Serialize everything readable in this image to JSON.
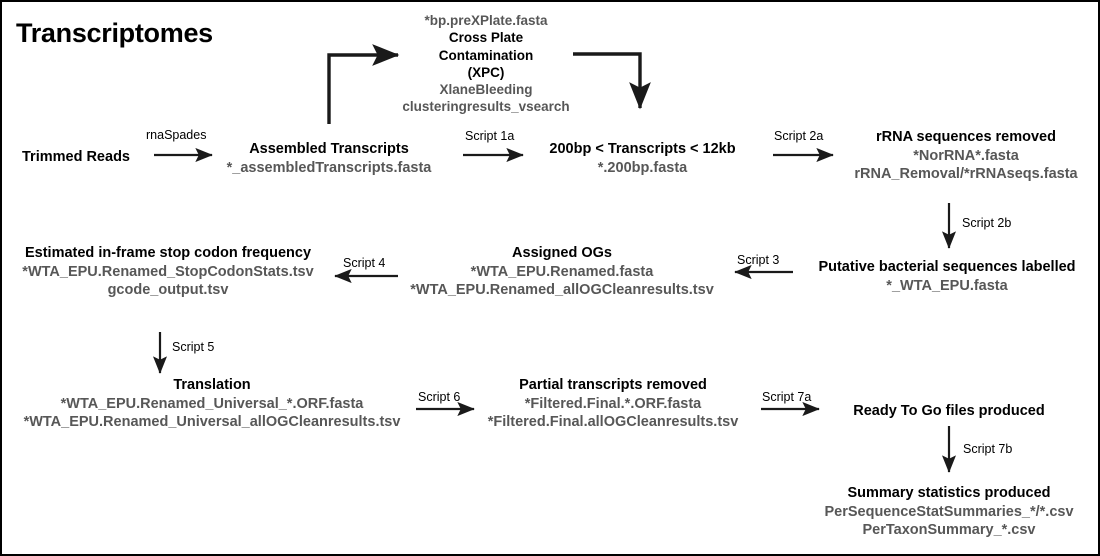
{
  "page": {
    "title": "Transcriptomes",
    "border_color": "#000000",
    "background": "#ffffff",
    "title_color": "#000000",
    "node_title_color": "#000000",
    "file_text_color": "#575757",
    "arrow_color": "#1a1a1a"
  },
  "nodes": {
    "trimmed_reads": {
      "title": "Trimmed Reads",
      "files": []
    },
    "assembled_transcripts": {
      "title": "Assembled Transcripts",
      "files": [
        "*_assembledTranscripts.fasta"
      ]
    },
    "xpc": {
      "file_top": "*bp.preXPlate.fasta",
      "title_line1": "Cross Plate",
      "title_line2": "Contamination",
      "title_line3": "(XPC)",
      "file_bottom1": "XlaneBleeding",
      "file_bottom2": "clusteringresults_vsearch"
    },
    "size_filter": {
      "title": "200bp < Transcripts < 12kb",
      "files": [
        "*.200bp.fasta"
      ]
    },
    "rrna_removed": {
      "title": "rRNA sequences removed",
      "files": [
        "*NorRNA*.fasta",
        "rRNA_Removal/*rRNAseqs.fasta"
      ]
    },
    "bacterial_labelled": {
      "title": "Putative bacterial sequences labelled",
      "files": [
        "*_WTA_EPU.fasta"
      ]
    },
    "assigned_ogs": {
      "title": "Assigned OGs",
      "files": [
        "*WTA_EPU.Renamed.fasta",
        "*WTA_EPU.Renamed_allOGCleanresults.tsv"
      ]
    },
    "stop_codon": {
      "title": "Estimated in-frame stop codon frequency",
      "files": [
        "*WTA_EPU.Renamed_StopCodonStats.tsv",
        "gcode_output.tsv"
      ]
    },
    "translation": {
      "title": "Translation",
      "files": [
        "*WTA_EPU.Renamed_Universal_*.ORF.fasta",
        "*WTA_EPU.Renamed_Universal_allOGCleanresults.tsv"
      ]
    },
    "partial_removed": {
      "title": "Partial transcripts removed",
      "files": [
        "*Filtered.Final.*.ORF.fasta",
        "*Filtered.Final.allOGCleanresults.tsv"
      ]
    },
    "ready_to_go": {
      "title": "Ready To Go files produced",
      "files": []
    },
    "summary_stats": {
      "title": "Summary statistics produced",
      "files": [
        "PerSequenceStatSummaries_*/*.csv",
        "PerTaxonSummary_*.csv"
      ]
    }
  },
  "edge_labels": {
    "rnaspades": "rnaSpades",
    "script_1a": "Script 1a",
    "script_2a": "Script 2a",
    "script_2b": "Script 2b",
    "script_3": "Script 3",
    "script_4": "Script 4",
    "script_5": "Script 5",
    "script_6": "Script 6",
    "script_7a": "Script 7a",
    "script_7b": "Script 7b"
  }
}
